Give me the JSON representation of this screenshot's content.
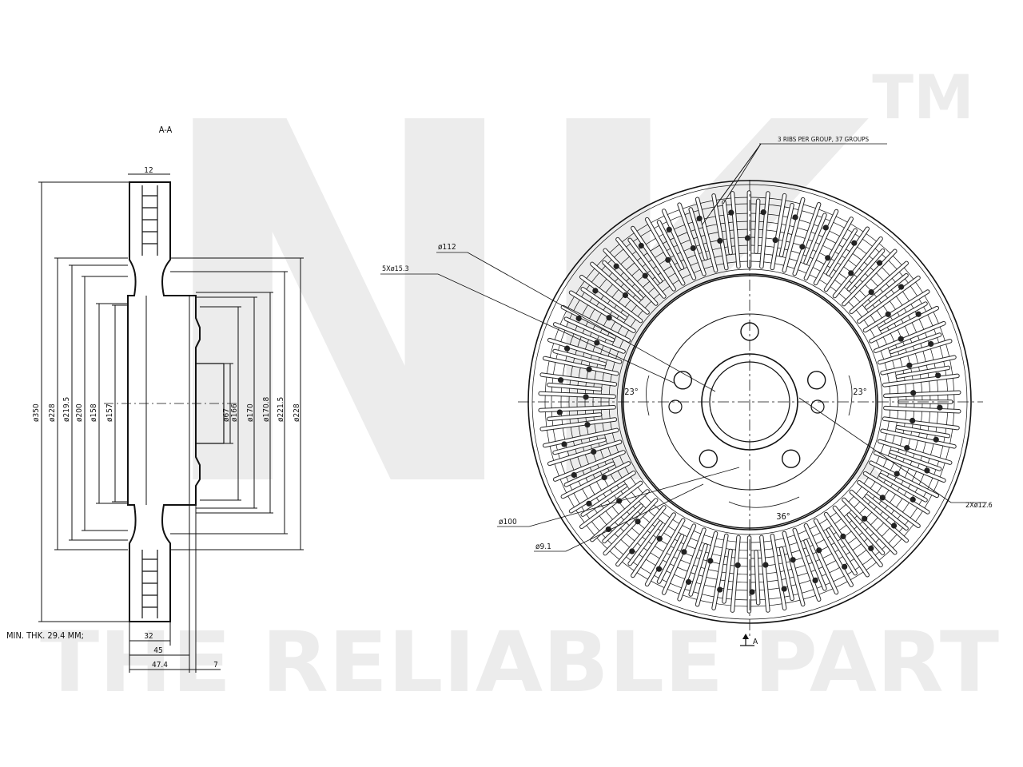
{
  "watermark": {
    "brand": "NK",
    "trademark": "TM",
    "tagline": "THE RELIABLE PART"
  },
  "section_view": {
    "title": "A-A",
    "top_dim": "12",
    "diameters": [
      "ø350",
      "ø228",
      "ø219.5",
      "ø200",
      "ø158",
      "ø157"
    ],
    "right_diameters": [
      "ø67",
      "ø166",
      "ø170",
      "ø170.8",
      "ø221.5",
      "ø228"
    ],
    "min_thickness": "MIN. THK. 29.4 MM;",
    "bottom_dims": [
      "32",
      "45",
      "47.4",
      "7"
    ]
  },
  "front_view": {
    "ribs_note": "3 RIBS PER GROUP, 37 GROUPS",
    "callouts": {
      "d112": "ø112",
      "holes_5x": "5Xø15.3",
      "d100": "ø100",
      "d9": "ø9.1",
      "holes_2x": "2Xø12.6",
      "angle_left": "23°",
      "angle_right": "23°",
      "angle_bottom": "36°",
      "section_mark": "A"
    }
  },
  "colors": {
    "line": "#111111",
    "watermark": "#ececec"
  }
}
